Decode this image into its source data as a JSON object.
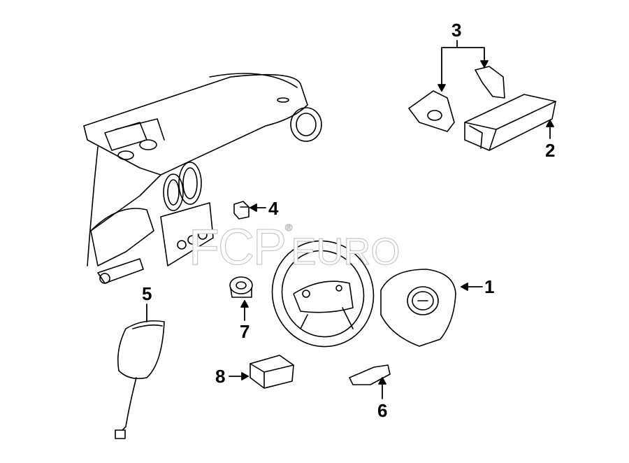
{
  "watermark": {
    "brand": "FCP",
    "suffix": "EURO",
    "registered": "®"
  },
  "callouts": [
    {
      "number": "1",
      "part": "driver-airbag"
    },
    {
      "number": "2",
      "part": "passenger-airbag"
    },
    {
      "number": "3",
      "part": "airbag-brackets"
    },
    {
      "number": "4",
      "part": "switch"
    },
    {
      "number": "5",
      "part": "side-airbag"
    },
    {
      "number": "6",
      "part": "sensor"
    },
    {
      "number": "7",
      "part": "clockspring"
    },
    {
      "number": "8",
      "part": "control-module"
    }
  ]
}
